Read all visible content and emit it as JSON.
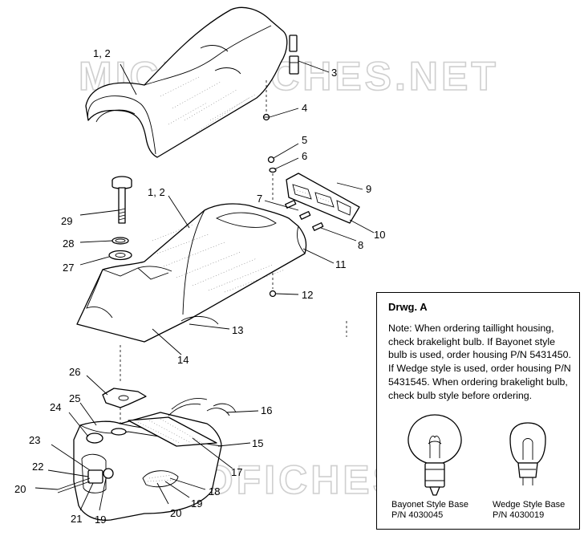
{
  "watermark": "MICROFICHES.NET",
  "callouts": {
    "seat_top": "1, 2",
    "seat_mid": "1, 2",
    "c3": "3",
    "c4": "4",
    "c5": "5",
    "c6": "6",
    "c7": "7",
    "c8": "8",
    "c9": "9",
    "c10": "10",
    "c11": "11",
    "c12": "12",
    "c13": "13",
    "c14": "14",
    "c15": "15",
    "c16": "16",
    "c17": "17",
    "c18": "18",
    "c19a": "19",
    "c19b": "19",
    "c20a": "20",
    "c20b": "20",
    "c21": "21",
    "c22": "22",
    "c23": "23",
    "c24": "24",
    "c25": "25",
    "c26": "26",
    "c27": "27",
    "c28": "28",
    "c29": "29"
  },
  "note": {
    "title": "Drwg. A",
    "text": "Note: When ordering taillight housing, check brakelight bulb.  If Bayonet style bulb is  used, order housing P/N 5431450.  If Wedge style is used, order housing P/N 5431545.  When ordering brakelight bulb, check bulb style before ordering.",
    "bayonet_name": "Bayonet Style Base",
    "bayonet_pn": "P/N 4030045",
    "wedge_name": "Wedge Style Base",
    "wedge_pn": "P/N 4030019"
  }
}
